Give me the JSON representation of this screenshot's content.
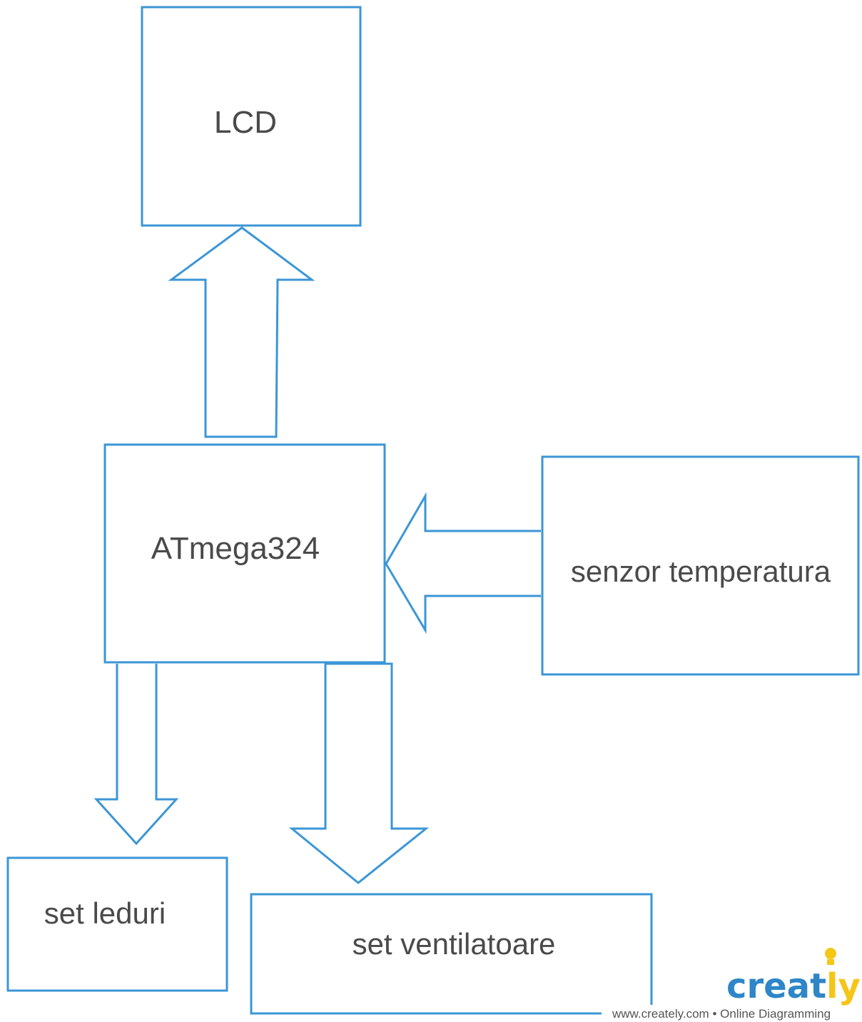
{
  "colors": {
    "stroke": "#3b96d6",
    "text": "#4a4a4a",
    "logo_blue": "#2e86c8",
    "logo_yellow": "#f5c518"
  },
  "nodes": {
    "lcd": "LCD",
    "mcu": "ATmega324",
    "sensor": "senzor temperatura",
    "leds": "set leduri",
    "fans": "set ventilatoare"
  },
  "watermark": {
    "logo_main": "creat",
    "logo_tail": "ly",
    "footer": "www.creately.com • Online Diagramming"
  }
}
